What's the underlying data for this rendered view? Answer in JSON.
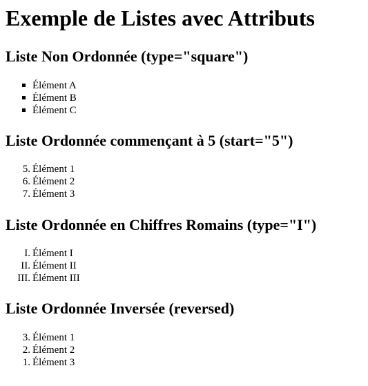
{
  "title": "Exemple de Listes avec Attributs",
  "sections": [
    {
      "heading": "Liste Non Ordonnée (type=\"square\")",
      "items": [
        "Élément A",
        "Élément B",
        "Élément C"
      ]
    },
    {
      "heading": "Liste Ordonnée commençant à 5 (start=\"5\")",
      "markers": [
        "5.",
        "6.",
        "7."
      ],
      "items": [
        "Élément 1",
        "Élément 2",
        "Élément 3"
      ]
    },
    {
      "heading": "Liste Ordonnée en Chiffres Romains (type=\"I\")",
      "markers": [
        "I.",
        "II.",
        "III."
      ],
      "items": [
        "Élément I",
        "Élément II",
        "Élément III"
      ]
    },
    {
      "heading": "Liste Ordonnée Inversée (reversed)",
      "markers": [
        "3.",
        "2.",
        "1."
      ],
      "items": [
        "Élément 1",
        "Élément 2",
        "Élément 3"
      ]
    }
  ]
}
